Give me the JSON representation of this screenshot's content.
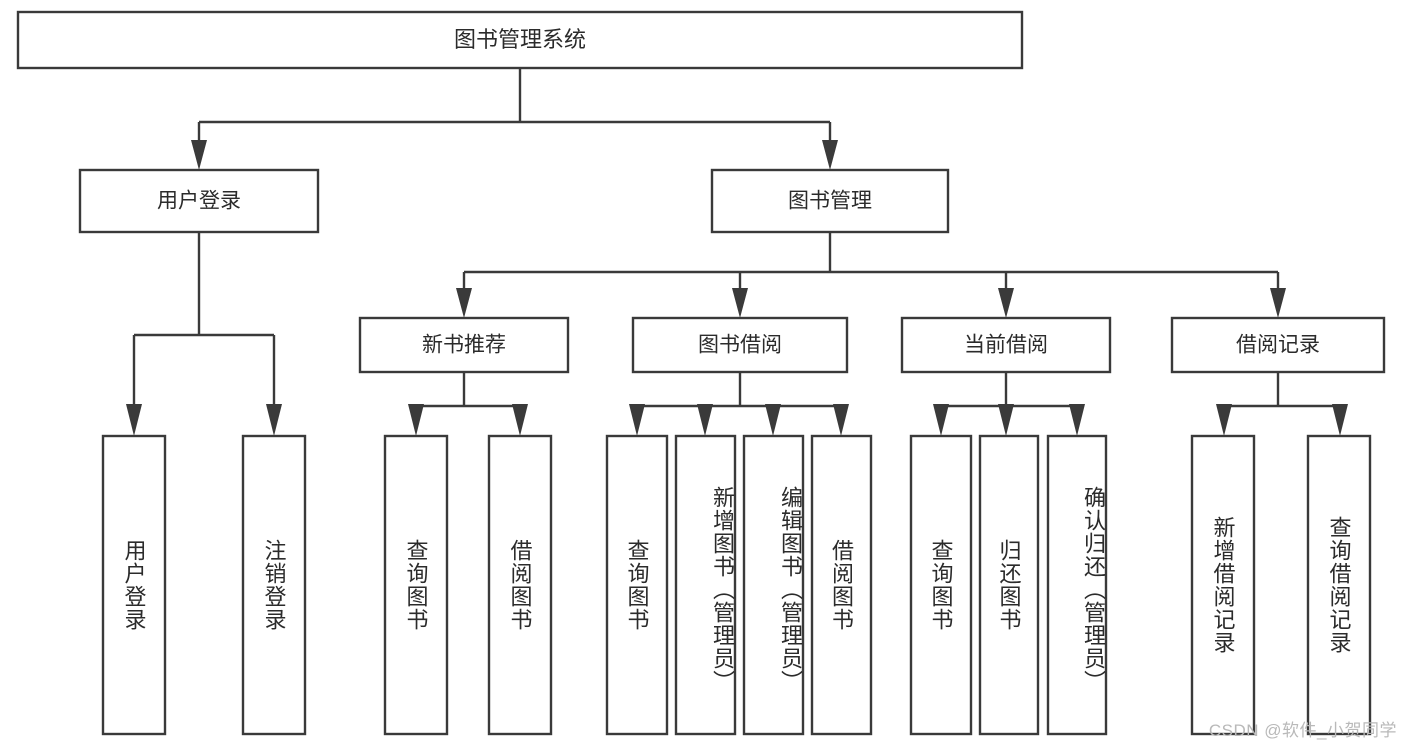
{
  "diagram": {
    "title_node": {
      "label": "图书管理系统"
    },
    "level1": [
      {
        "id": "user-login",
        "label": "用户登录"
      },
      {
        "id": "book-management",
        "label": "图书管理"
      }
    ],
    "level2": [
      {
        "id": "new-book-recommend",
        "label": "新书推荐"
      },
      {
        "id": "book-borrow",
        "label": "图书借阅"
      },
      {
        "id": "current-borrow",
        "label": "当前借阅"
      },
      {
        "id": "borrow-record",
        "label": "借阅记录"
      }
    ],
    "leaves": [
      {
        "id": "leaf-user-login",
        "label": "用户登录",
        "parent": "user-login"
      },
      {
        "id": "leaf-logout",
        "label": "注销登录",
        "parent": "user-login"
      },
      {
        "id": "leaf-query-book-new",
        "label": "查询图书",
        "parent": "new-book-recommend"
      },
      {
        "id": "leaf-borrow-book-new",
        "label": "借阅图书",
        "parent": "new-book-recommend"
      },
      {
        "id": "leaf-query-book-borrow",
        "label": "查询图书",
        "parent": "book-borrow"
      },
      {
        "id": "leaf-add-book-admin",
        "label": "新增图书（管理员）",
        "parent": "book-borrow"
      },
      {
        "id": "leaf-edit-book-admin",
        "label": "编辑图书（管理员）",
        "parent": "book-borrow"
      },
      {
        "id": "leaf-borrow-book",
        "label": "借阅图书",
        "parent": "book-borrow"
      },
      {
        "id": "leaf-query-book-current",
        "label": "查询图书",
        "parent": "current-borrow"
      },
      {
        "id": "leaf-return-book",
        "label": "归还图书",
        "parent": "current-borrow"
      },
      {
        "id": "leaf-confirm-return-admin",
        "label": "确认归还（管理员）",
        "parent": "current-borrow"
      },
      {
        "id": "leaf-add-borrow-record",
        "label": "新增借阅记录",
        "parent": "borrow-record"
      },
      {
        "id": "leaf-query-borrow-record",
        "label": "查询借阅记录",
        "parent": "borrow-record"
      }
    ],
    "watermark": "CSDN @软件_小贺同学",
    "colors": {
      "stroke": "#3a3a3a",
      "box_fill": "#ffffff",
      "text": "#2b2b2b",
      "watermark": "#b9b9b9",
      "background": "#ffffff"
    }
  }
}
